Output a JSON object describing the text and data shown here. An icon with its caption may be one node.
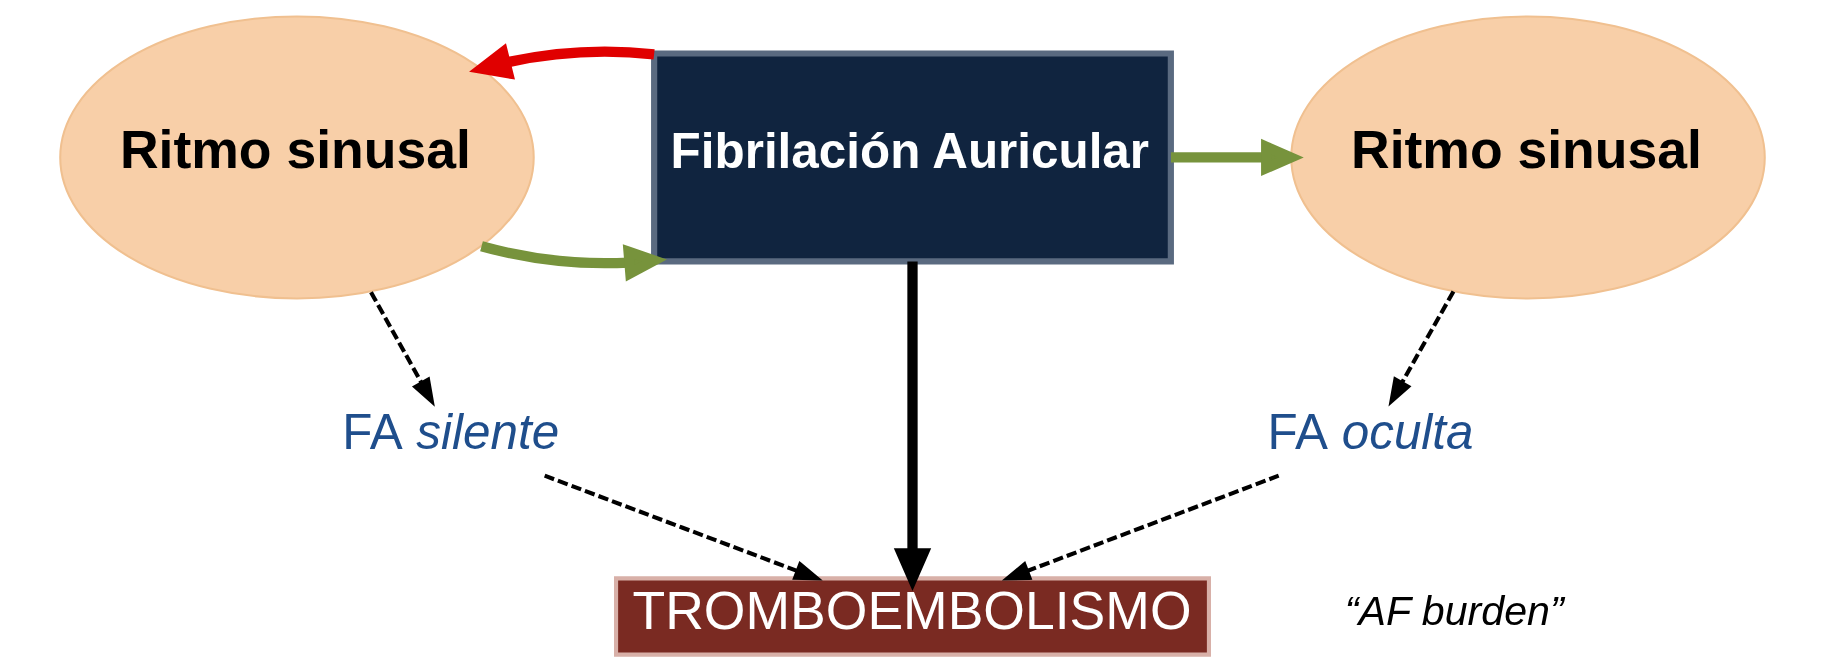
{
  "diagram": {
    "nodes": [
      {
        "text": [
          "Ritmo sinusal"
        ]
      },
      {
        "text": [
          "Fibrilación Auricular"
        ]
      },
      {
        "text": [
          "Ritmo sinusal"
        ]
      },
      {
        "text": [
          "FA *silente*"
        ]
      },
      {
        "text": [
          "FA *oculta*"
        ]
      },
      {
        "text": [
          "TROMBOEMBOLISMO"
        ]
      }
    ],
    "edges": [
      {
        "from": 0,
        "to": 1,
        "arrow": "to",
        "style": "thick",
        "color": "#77933c"
      },
      {
        "from": 1,
        "to": 2,
        "arrow": "to",
        "style": "thick",
        "color": "#77933c"
      },
      {
        "from": 1,
        "to": 0,
        "arrow": "to",
        "style": "thick",
        "color": "#e00000"
      },
      {
        "from": 0,
        "to": 3,
        "arrow": "to",
        "style": "dashed"
      },
      {
        "from": 2,
        "to": 4,
        "arrow": "to",
        "style": "dashed"
      },
      {
        "from": 1,
        "to": 5,
        "arrow": "to",
        "style": "thick"
      },
      {
        "from": 3,
        "to": 5,
        "arrow": "to",
        "style": "dashed"
      },
      {
        "from": 4,
        "to": 5,
        "arrow": "to",
        "style": "dashed"
      }
    ],
    "labels": [
      "“AF burden”"
    ]
  }
}
